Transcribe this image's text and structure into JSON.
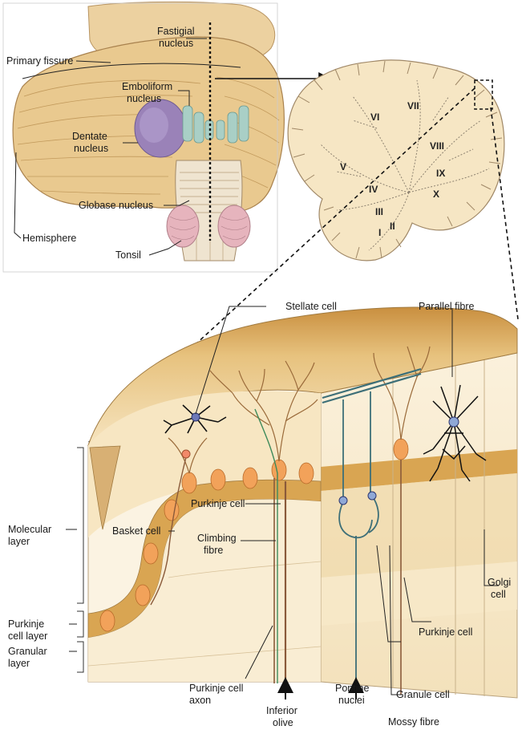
{
  "top_left_panel": {
    "labels": {
      "fastigial_1": "Fastigial",
      "fastigial_2": "nucleus",
      "primary_fissure": "Primary fissure",
      "emboliform_1": "Emboliform",
      "emboliform_2": "nucleus",
      "dentate_1": "Dentate",
      "dentate_2": "nucleus",
      "globose": "Globase nucleus",
      "hemisphere": "Hemisphere",
      "tonsil": "Tonsil"
    }
  },
  "sagittal_section": {
    "lobules": [
      "VI",
      "VII",
      "V",
      "VIII",
      "IV",
      "IX",
      "X",
      "III",
      "I",
      "II"
    ]
  },
  "cortex_block": {
    "labels": {
      "stellate_cell": "Stellate cell",
      "parallel_fibre": "Parallel fibre",
      "purkinje_cell_mid": "Purkinje cell",
      "climbing_1": "Climbing",
      "climbing_2": "fibre",
      "basket_cell": "Basket cell",
      "molecular_1": "Molecular",
      "molecular_2": "layer",
      "purkinje_layer_1": "Purkinje",
      "purkinje_layer_2": "cell layer",
      "granular_1": "Granular",
      "granular_2": "layer",
      "golgi_1": "Golgi",
      "golgi_2": "cell",
      "purkinje_cell_right": "Purkinje cell",
      "axon_1": "Purkinje cell",
      "axon_2": "axon",
      "olive_1": "Inferior",
      "olive_2": "olive",
      "pontine_1": "Pontine",
      "pontine_2": "nuclei",
      "granule_cell": "Granule cell",
      "mossy_fibre": "Mossy fibre"
    }
  },
  "colors": {
    "tissue_tan": "#e9c98f",
    "tissue_light": "#f6e6c4",
    "purkinje_band": "#d9a552",
    "dentate_purple": "#9a82b8",
    "nucleus_teal": "#a9cfc6",
    "tonsil_pink": "#e6b4bd",
    "fibre_teal": "#3d6f78",
    "fibre_brown": "#8a5a3a",
    "purkinje_soma": "#f2a25a"
  }
}
